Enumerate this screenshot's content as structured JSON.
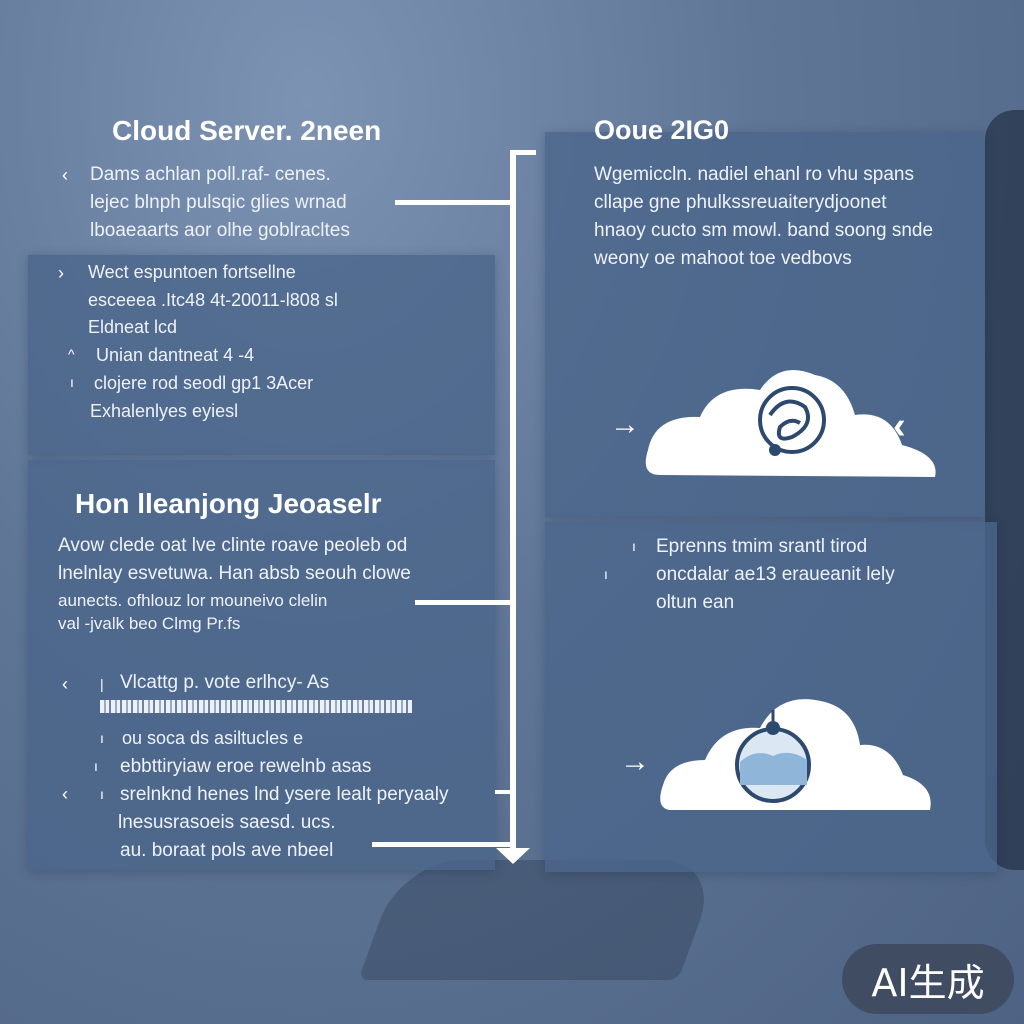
{
  "left_top": {
    "title": "Cloud Server. 2neen",
    "lines": [
      "Dams achlan poll.raf- cenes.",
      "lejec blnph pulsqic glies wrnad",
      "lboaeaarts aor olhe goblracltes"
    ]
  },
  "left_list": {
    "lines": [
      "Wect espuntoen fortsellne",
      "esceeea .Itc48 4t-20011-l808 sl",
      "Eldneat  lcd",
      "Unian dantneat 4 -4",
      "clojere rod seodl gp1 3Acer",
      "Exhalenlyes eyiesl"
    ]
  },
  "left_mid": {
    "title": "Hon lleanjong Jeoaselr",
    "lines": [
      "Avow clede  oat  lve clinte  roave peoleb od",
      "lnelnlay esvetuwa. Han absb seouh clowe",
      "aunects. ofhlouz lor mouneivo clelin",
      "val -jvalk beo Clmg Pr.fs"
    ]
  },
  "left_bottom": {
    "lines": [
      "Vlcattg p. vote erlhcy- As",
      "ou  soca ds asiltucles  e",
      "ebbttiryiaw eroe  rewelnb asas",
      "srelnknd henes  lnd ysere lealt peryaaly",
      "lnesusrasoeis saesd. ucs.",
      "au. boraat  pols ave nbeel"
    ]
  },
  "right_top": {
    "title": "Ooue 2IG0",
    "lines": [
      "Wgemiccln. nadiel ehanl ro vhu spans",
      "cllape gne phulkssreuaiterydjoonet",
      "hnaoy cucto sm mowl. band soong snde",
      "weony oe mahoot toe vedbovs"
    ]
  },
  "right_bottom": {
    "lines": [
      "Eprenns tmim  srantl tirod",
      "oncdalar ae13 eraueanit lely",
      "oltun ean"
    ]
  },
  "icons": {
    "cloud_top": "cloud-with-swirl-icon",
    "cloud_bottom": "cloud-with-scene-icon"
  },
  "badge": {
    "label": "AI生成"
  },
  "colors": {
    "panel": "#4a658a",
    "accent": "#ffffff",
    "bg": "#5f7697"
  }
}
